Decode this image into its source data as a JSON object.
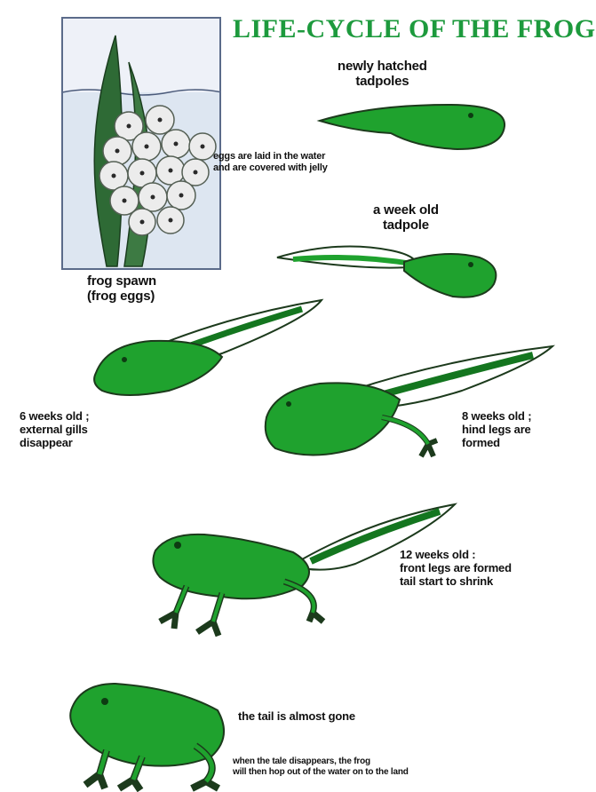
{
  "title": "LIFE-CYCLE OF THE FROG",
  "colors": {
    "frog_green": "#1fa22e",
    "frog_dark": "#14761f",
    "outline": "#1c3a1c",
    "water": "#dde6f1",
    "sky": "#eef1f8",
    "egg": "#ececec",
    "weed": "#2e6a35",
    "title": "#1d9a3d"
  },
  "icons": {
    "frog_spawn": "frog-spawn-icon",
    "tadpole": "tadpole-icon",
    "frog": "frog-icon"
  },
  "stages": [
    {
      "id": "spawn",
      "label": "frog spawn\n(frog eggs)"
    },
    {
      "id": "eggs-note",
      "label": "eggs are laid in the water\nand are covered with jelly"
    },
    {
      "id": "newly-hatched",
      "label": "newly hatched\ntadpoles"
    },
    {
      "id": "week-old",
      "label": "a week old\ntadpole"
    },
    {
      "id": "six-weeks",
      "label": "6 weeks old ;\nexternal gills\ndisappear"
    },
    {
      "id": "eight-weeks",
      "label": "8 weeks old ;\nhind legs are\nformed"
    },
    {
      "id": "twelve-weeks",
      "label": "12 weeks old :\nfront legs are formed\ntail start to shrink"
    },
    {
      "id": "tail-gone",
      "label": "the tail is almost gone"
    },
    {
      "id": "frog-note",
      "label": "when the tale disappears, the frog\nwill then hop out of the water on to the land"
    }
  ]
}
